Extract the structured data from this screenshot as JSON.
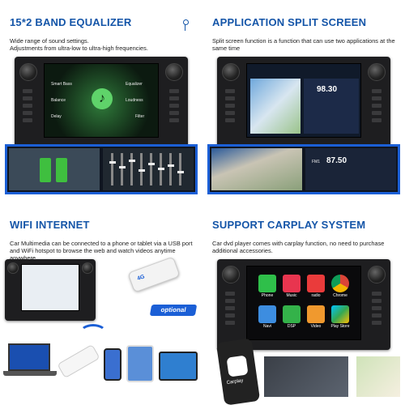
{
  "panels": {
    "equalizer": {
      "title": "15*2 BAND EQUALIZER",
      "description": "Wide range of sound settings.\nAdjustments from ultra-low to ultra-high frequencies.",
      "menu": [
        "Smart Bass",
        "Equalizer",
        "Balance",
        "Loudness",
        "Delay",
        "Filter"
      ]
    },
    "split": {
      "title": "APPLICATION SPLIT SCREEN",
      "description": "Split screen function is a function that can use two applications at the same time",
      "freq_top": "98.30",
      "freq_bottom": "87.50",
      "fm_label": "FM1"
    },
    "wifi": {
      "title": "WIFI INTERNET",
      "description": "Car Multimedia can be connected to a phone or tablet via a USB port and WiFi hotspot to browse the web and watch videos anytime anywhere.",
      "badge": "optional",
      "dongle_text": "4G"
    },
    "carplay": {
      "title": "SUPPORT CARPLAY SYSTEM",
      "description": "Car dvd player comes with carplay function, no need to purchase additional accessories.",
      "apps": [
        "Phone",
        "Music",
        "radio",
        "Chrome",
        "Navi",
        "DSP",
        "Video",
        "Play Store"
      ],
      "phone_label": "Carplay"
    }
  },
  "colors": {
    "accent": "#1455a8",
    "frame": "#1b5fd6",
    "green": "#2fa63a"
  }
}
